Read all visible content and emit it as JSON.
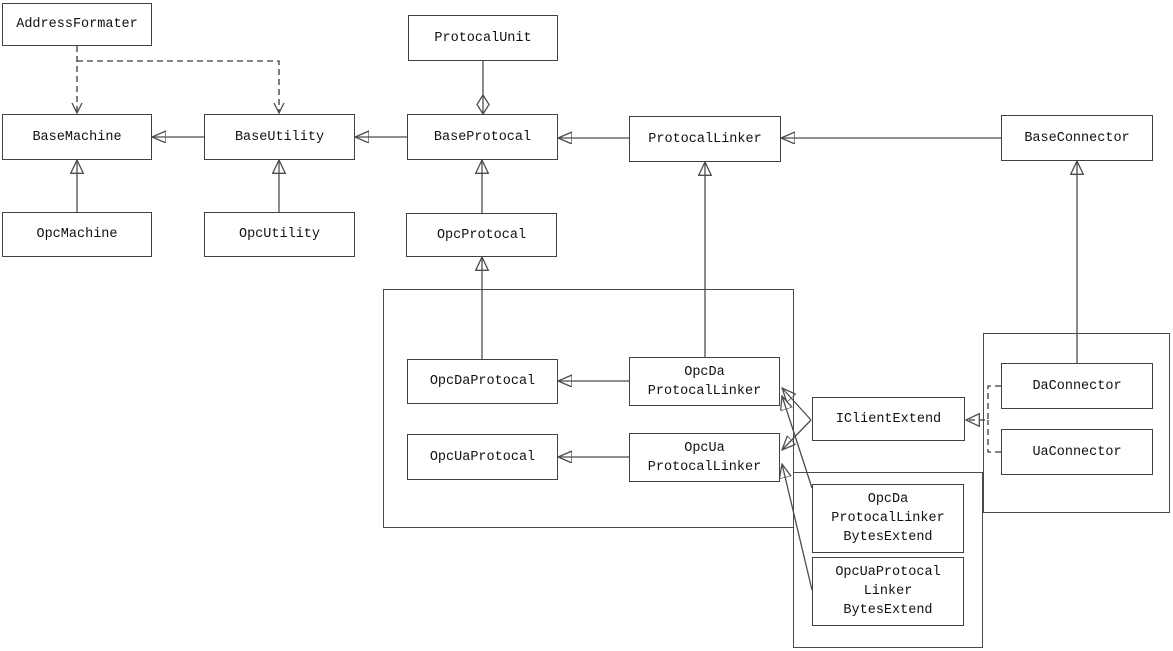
{
  "diagram": {
    "type": "uml-class-diagram",
    "colors": {
      "background": "#ffffff",
      "box_border": "#414141",
      "line": "#4d4d4d",
      "arrowhead_fill": "#1a1a1a",
      "text": "#111111"
    },
    "nodes": {
      "addressFormater": {
        "label": "AddressFormater"
      },
      "baseMachine": {
        "label": "BaseMachine"
      },
      "baseUtility": {
        "label": "BaseUtility"
      },
      "protocalUnit": {
        "label": "ProtocalUnit"
      },
      "baseProtocal": {
        "label": "BaseProtocal"
      },
      "protocalLinker": {
        "label": "ProtocalLinker"
      },
      "baseConnector": {
        "label": "BaseConnector"
      },
      "opcMachine": {
        "label": "OpcMachine"
      },
      "opcUtility": {
        "label": "OpcUtility"
      },
      "opcProtocal": {
        "label": "OpcProtocal"
      },
      "opcDaProtocal": {
        "label": "OpcDaProtocal"
      },
      "opcDaProtocalLinker": {
        "label": "OpcDa\nProtocalLinker"
      },
      "opcUaProtocal": {
        "label": "OpcUaProtocal"
      },
      "opcUaProtocalLinker": {
        "label": "OpcUa\nProtocalLinker"
      },
      "iClientExtend": {
        "label": "IClientExtend"
      },
      "daConnector": {
        "label": "DaConnector"
      },
      "uaConnector": {
        "label": "UaConnector"
      },
      "opcDaProtocalLinkerBytesExtend": {
        "label": "OpcDa\nProtocalLinker\nBytesExtend"
      },
      "opcUaProtocalLinkerBytesExtend": {
        "label": "OpcUaProtocal\nLinker\nBytesExtend"
      }
    },
    "relationships": [
      {
        "from": "AddressFormater",
        "to": "BaseMachine",
        "type": "dashed-dependency"
      },
      {
        "from": "AddressFormater",
        "to": "BaseUtility",
        "type": "dashed-dependency"
      },
      {
        "from": "BaseUtility",
        "to": "BaseMachine",
        "type": "directed-association"
      },
      {
        "from": "BaseProtocal",
        "to": "BaseUtility",
        "type": "directed-association"
      },
      {
        "from": "ProtocalLinker",
        "to": "BaseProtocal",
        "type": "directed-association"
      },
      {
        "from": "BaseConnector",
        "to": "ProtocalLinker",
        "type": "directed-association"
      },
      {
        "from": "ProtocalUnit",
        "to": "BaseProtocal",
        "type": "aggregation"
      },
      {
        "from": "OpcMachine",
        "to": "BaseMachine",
        "type": "generalization"
      },
      {
        "from": "OpcUtility",
        "to": "BaseUtility",
        "type": "generalization"
      },
      {
        "from": "OpcProtocal",
        "to": "BaseProtocal",
        "type": "generalization"
      },
      {
        "from": "OpcDaProtocal",
        "to": "OpcProtocal",
        "type": "generalization"
      },
      {
        "from": "OpcDaProtocalLinker",
        "to": "ProtocalLinker",
        "type": "generalization"
      },
      {
        "from": "DaConnector",
        "to": "BaseConnector",
        "type": "generalization"
      },
      {
        "from": "OpcDaProtocalLinker",
        "to": "OpcDaProtocal",
        "type": "directed-association"
      },
      {
        "from": "OpcUaProtocalLinker",
        "to": "OpcUaProtocal",
        "type": "directed-association"
      },
      {
        "from": "IClientExtend",
        "to": "OpcDaProtocalLinker",
        "type": "directed-association"
      },
      {
        "from": "IClientExtend",
        "to": "OpcUaProtocalLinker",
        "type": "directed-association"
      },
      {
        "from": "OpcDaProtocalLinkerBytesExtend",
        "to": "OpcDaProtocalLinker",
        "type": "directed-association"
      },
      {
        "from": "OpcUaProtocalLinkerBytesExtend",
        "to": "OpcUaProtocalLinker",
        "type": "directed-association"
      },
      {
        "from": "DaConnector",
        "to": "IClientExtend",
        "type": "dashed-realization"
      },
      {
        "from": "UaConnector",
        "to": "IClientExtend",
        "type": "dashed-realization"
      }
    ]
  }
}
